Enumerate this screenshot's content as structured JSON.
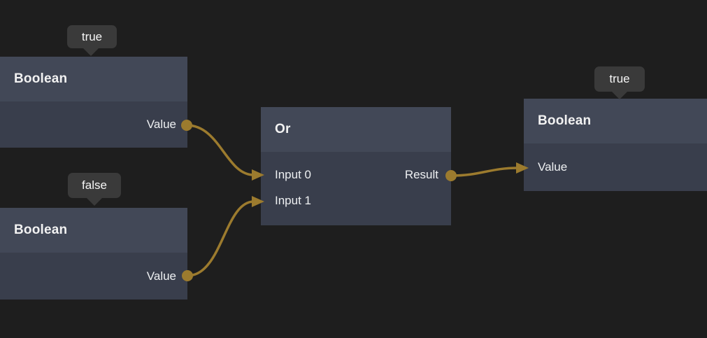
{
  "editor": {
    "background_color": "#1e1e1e",
    "wire_color": "#9c7b2e",
    "node_header_color": "#424857",
    "node_body_color": "#393e4c",
    "tooltip_color": "#3a3a3a"
  },
  "nodes": [
    {
      "title": "Boolean",
      "value_tooltip": "true",
      "outputs": [
        "Value"
      ]
    },
    {
      "title": "Boolean",
      "value_tooltip": "false",
      "outputs": [
        "Value"
      ]
    },
    {
      "title": "Or",
      "inputs": [
        "Input 0",
        "Input 1"
      ],
      "outputs": [
        "Result"
      ]
    },
    {
      "title": "Boolean",
      "value_tooltip": "true",
      "inputs": [
        "Value"
      ]
    }
  ],
  "connections": [
    {
      "from": "Boolean(true).Value",
      "to": "Or.Input 0"
    },
    {
      "from": "Boolean(false).Value",
      "to": "Or.Input 1"
    },
    {
      "from": "Or.Result",
      "to": "Boolean.Value"
    }
  ]
}
